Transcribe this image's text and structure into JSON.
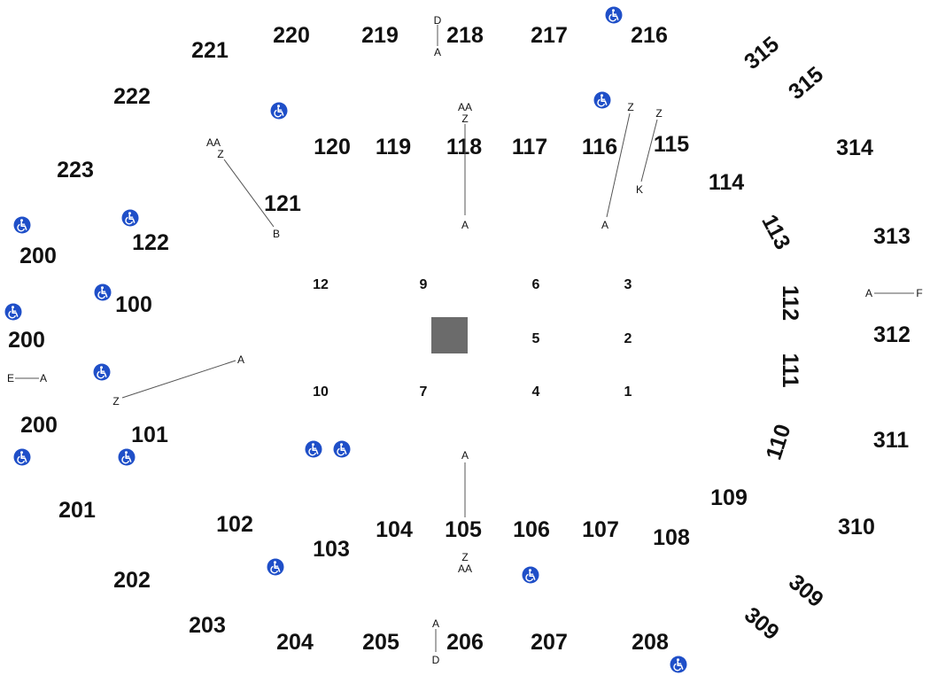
{
  "sections_200": [
    "221",
    "220",
    "219",
    "218",
    "217",
    "216",
    "222",
    "223",
    "200",
    "200",
    "200",
    "201",
    "202",
    "203",
    "204",
    "205",
    "206",
    "207",
    "208"
  ],
  "sections_100": [
    "120",
    "119",
    "118",
    "117",
    "116",
    "115",
    "121",
    "114",
    "122",
    "113",
    "100",
    "112",
    "111",
    "101",
    "110",
    "109",
    "102",
    "103",
    "104",
    "105",
    "106",
    "107",
    "108"
  ],
  "sections_300": [
    "315",
    "315",
    "314",
    "313",
    "312",
    "311",
    "310",
    "309",
    "309"
  ],
  "floor_sections": [
    "12",
    "9",
    "6",
    "3",
    "5",
    "2",
    "10",
    "7",
    "4",
    "1"
  ],
  "row_labels": {
    "s218_top": "D",
    "s218_bottom": "A",
    "s118_top1": "AA",
    "s118_top2": "Z",
    "s118_bottom": "A",
    "s116_top": "Z",
    "s116_bottom": "A",
    "s115_top": "Z",
    "s115_bottom": "K",
    "s121_top1": "AA",
    "s121_top2": "Z",
    "s121_bottom": "B",
    "s312_left": "A",
    "s312_right": "F",
    "s200_left": "E",
    "s200_right": "A",
    "s101_top": "A",
    "s101_bottom": "Z",
    "s105_top": "A",
    "s105_bottom1": "Z",
    "s105_bottom2": "AA",
    "s206_top": "A",
    "s206_bottom": "D"
  },
  "icons": {
    "accessible": "wheelchair-icon",
    "stage": "stage-block"
  },
  "colors": {
    "accessible_bg": "#1f4fc8",
    "stage": "#6b6b6b",
    "text": "#111111"
  }
}
